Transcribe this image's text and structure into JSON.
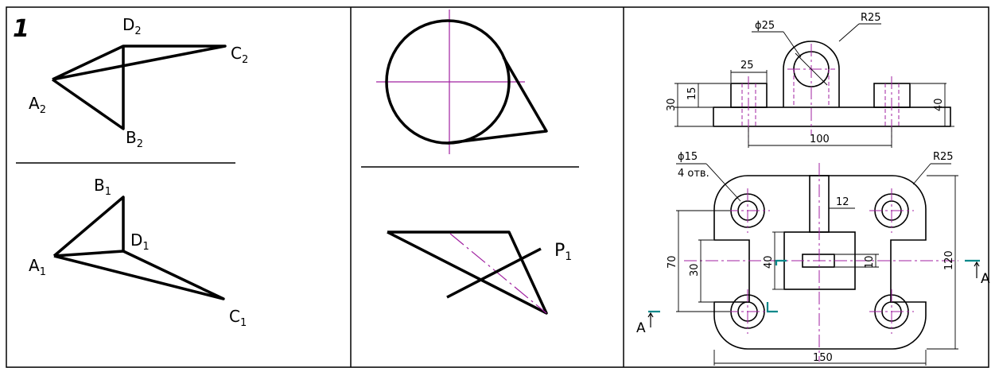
{
  "panel1": {
    "task_number": "1",
    "front_labels": {
      "a": "A",
      "a_sub": "2",
      "b": "B",
      "b_sub": "2",
      "c": "C",
      "c_sub": "2",
      "d": "D",
      "d_sub": "2"
    },
    "top_labels": {
      "a": "A",
      "a_sub": "1",
      "b": "B",
      "b_sub": "1",
      "c": "C",
      "c_sub": "1",
      "d": "D",
      "d_sub": "1"
    }
  },
  "panel2": {
    "plane_label": "P",
    "plane_sub": "1"
  },
  "panel3": {
    "front": {
      "hole_dia": "ϕ25",
      "boss_radius": "R25",
      "boss_width": "25",
      "base_height_total": "30",
      "boss_height": "15",
      "ear_height": "40",
      "hole_spacing": "100"
    },
    "plan": {
      "hole_dia": "ϕ15",
      "hole_count": "4 отв.",
      "corner_radius": "R25",
      "slot_width": "12",
      "overall_depth": "70",
      "cutout_depth": "30",
      "block_depth": "40",
      "slot_depth": "10",
      "overall_width_dim": "120",
      "overall_length": "150",
      "section_letter_left": "A",
      "section_letter_right": "A"
    },
    "colors": {
      "center": "#a020a0",
      "section": "#00888a",
      "line": "#000000"
    }
  }
}
